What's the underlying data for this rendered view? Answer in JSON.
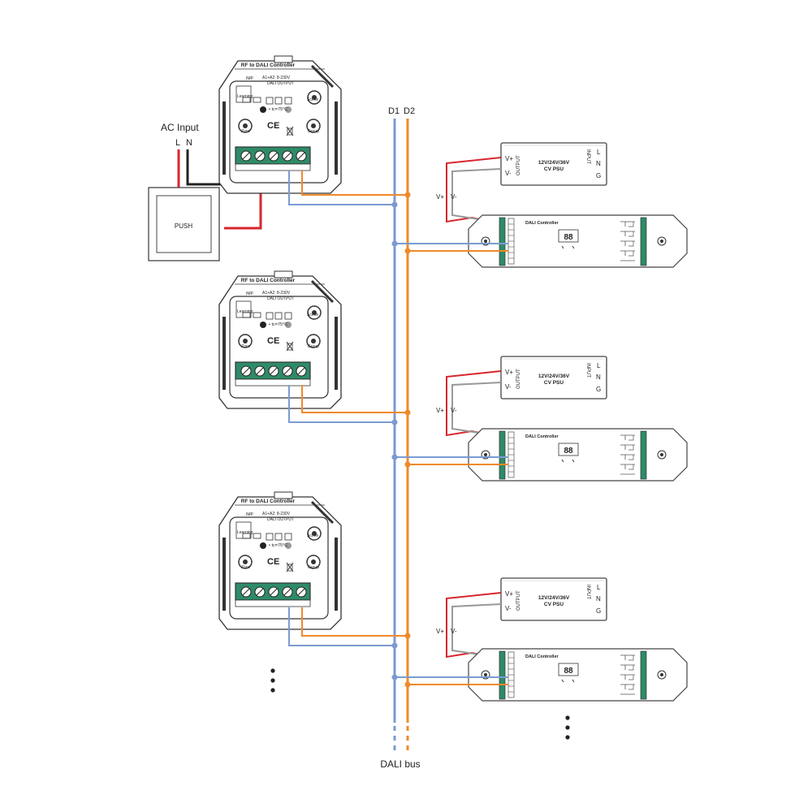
{
  "labels": {
    "ac_input": "AC Input",
    "line": "L",
    "neutral": "N",
    "push_switch": "PUSH",
    "bus_d1": "D1",
    "bus_d2": "D2",
    "dali_bus": "DALI bus",
    "psu_vplus": "V+",
    "psu_vminus": "V-"
  },
  "rf_controller": {
    "title": "RF to DALI Controller",
    "imp": "IMP",
    "voltage": "A1+A2: 8-230V",
    "dali_output": "DALI OUTPUT",
    "learning": "Learning",
    "scene": "Scene",
    "temp": "• tc=75°C",
    "ce": "CE",
    "zone": "Zone",
    "group": "Group"
  },
  "psu": {
    "rating": "12V/24V/36V",
    "type": "CV PSU",
    "output_label": "OUTPUT",
    "input_label": "INPUT",
    "out_plus": "V+",
    "out_minus": "V-",
    "in_l": "L",
    "in_n": "N",
    "in_g": "G"
  },
  "dali_controller": {
    "title": "DALI Controller",
    "display": "88"
  },
  "continuation_dots": "⋮",
  "colors": {
    "d1_wire": "#7b9bd1",
    "d2_wire": "#f0892a",
    "live_wire": "#d7262e",
    "neutral_wire": "#222222",
    "terminal_green": "#2e8b68",
    "device_outline": "#333333"
  }
}
